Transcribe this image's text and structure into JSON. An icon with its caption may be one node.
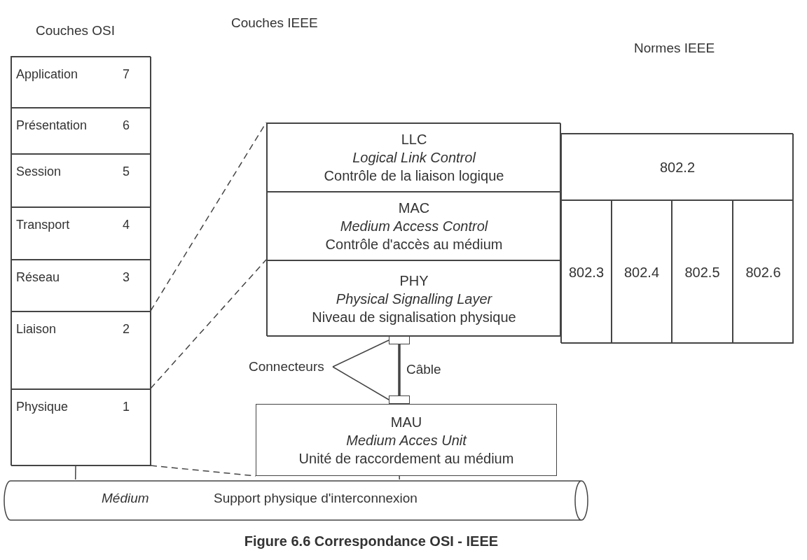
{
  "diagram": {
    "caption": "Figure 6.6 Correspondance OSI - IEEE",
    "nodes": [
      {
        "text": [
          "Couches OSI"
        ]
      },
      {
        "text": [
          "Application",
          "7"
        ],
        "in": 0
      },
      {
        "text": [
          "Présentation",
          "6"
        ],
        "in": 0
      },
      {
        "text": [
          "Session",
          "5"
        ],
        "in": 0
      },
      {
        "text": [
          "Transport",
          "4"
        ],
        "in": 0
      },
      {
        "text": [
          "Réseau",
          "3"
        ],
        "in": 0
      },
      {
        "text": [
          "Liaison",
          "2"
        ],
        "in": 0
      },
      {
        "text": [
          "Physique",
          "1"
        ],
        "in": 0
      },
      {
        "text": [],
        "shape": "box"
      },
      {
        "text": [
          "LLC",
          "Logical Link Control",
          "Contrôle de la liaison logique"
        ],
        "in": 8
      },
      {
        "text": [
          "MAC",
          "Medium Access Control",
          "Contrôle d'accès au médium"
        ],
        "in": 8
      },
      {
        "text": [
          "PHY",
          "Physical Signalling Layer",
          "Niveau de signalisation physique"
        ],
        "in": 8
      },
      {
        "text": [],
        "shape": "box"
      },
      {
        "text": [
          "802.2"
        ],
        "in": 12
      },
      {
        "text": [
          "802.3"
        ],
        "in": 12
      },
      {
        "text": [
          "802.4"
        ],
        "in": 12
      },
      {
        "text": [
          "802.5"
        ],
        "in": 12
      },
      {
        "text": [
          "802.6"
        ],
        "in": 12
      },
      {
        "text": [],
        "shape": "box"
      },
      {
        "text": [],
        "shape": "box"
      },
      {
        "text": [
          "MAU",
          "Medium Acces Unit",
          "Unité de raccordement au médium"
        ]
      },
      {
        "text": [
          "Médium",
          "Support physique d'interconnexion"
        ]
      },
      {
        "text": [
          "Connecteurs"
        ]
      }
    ],
    "labels": [
      "Couches IEEE",
      "Normes IEEE"
    ],
    "edges": [
      {
        "from": 6,
        "to": 9,
        "arrow": "none",
        "style": "dashed"
      },
      {
        "from": 6,
        "to": 11,
        "arrow": "none",
        "style": "dashed"
      },
      {
        "from": 7,
        "to": 20,
        "arrow": "none",
        "style": "dashed"
      },
      {
        "from": 18,
        "to": 19,
        "arrow": "none",
        "label": "Câble",
        "style": "thick"
      },
      {
        "from": 22,
        "to": 18,
        "arrow": "none"
      },
      {
        "from": 22,
        "to": 19,
        "arrow": "none"
      },
      {
        "from": 7,
        "to": 21,
        "arrow": "none"
      },
      {
        "from": 20,
        "to": 21,
        "arrow": "none"
      }
    ]
  }
}
